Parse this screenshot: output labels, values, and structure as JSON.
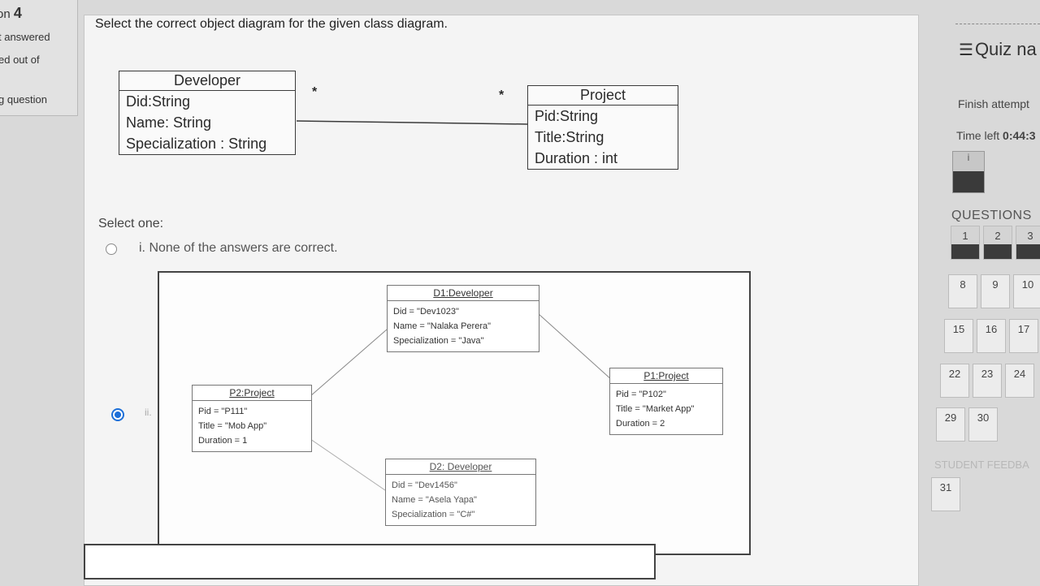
{
  "left_info": {
    "question_prefix": "on",
    "question_number": "4",
    "status": "t answered",
    "marked_out_of": "ed out of",
    "flag_question": "g question"
  },
  "question": {
    "text": "Select the correct object diagram for the given class diagram."
  },
  "class_diagram": {
    "developer": {
      "name": "Developer",
      "attributes": [
        "Did:String",
        "Name: String",
        "Specialization : String"
      ]
    },
    "project": {
      "name": "Project",
      "attributes": [
        "Pid:String",
        "Title:String",
        "Duration : int"
      ]
    },
    "multiplicity_left": "*",
    "multiplicity_right": "*"
  },
  "answer": {
    "select_one": "Select one:",
    "option_i_label": "i. None of the answers are correct.",
    "option_ii_label": "ii.",
    "selected": "ii"
  },
  "object_diagram": {
    "d1": {
      "title": "D1:Developer",
      "attrs": [
        "Did = \"Dev1023\"",
        "Name = \"Nalaka Perera\"",
        "Specialization = \"Java\""
      ]
    },
    "p1": {
      "title": "P1:Project",
      "attrs": [
        "Pid = \"P102\"",
        "Title = \"Market App\"",
        "Duration = 2"
      ]
    },
    "p2": {
      "title": "P2:Project",
      "attrs": [
        "Pid = \"P111\"",
        "Title = \"Mob App\"",
        "Duration = 1"
      ]
    },
    "d2": {
      "title": "D2: Developer",
      "attrs": [
        "Did = \"Dev1456\"",
        "Name = \"Asela Yapa\"",
        "Specialization = \"C#\""
      ]
    }
  },
  "quiz_nav": {
    "title": "Quiz na",
    "finish_attempt": "Finish attempt",
    "time_left_label": "Time left",
    "time_left_value": "0:44:3",
    "info_label": "i",
    "questions_heading": "QUESTIONS",
    "rows": [
      [
        "1",
        "2",
        "3"
      ],
      [
        "8",
        "9",
        "10"
      ],
      [
        "15",
        "16",
        "17"
      ],
      [
        "22",
        "23",
        "24"
      ],
      [
        "29",
        "30"
      ]
    ],
    "student_feedback": "STUDENT FEEDBA",
    "feedback_numbers": [
      "31"
    ]
  }
}
